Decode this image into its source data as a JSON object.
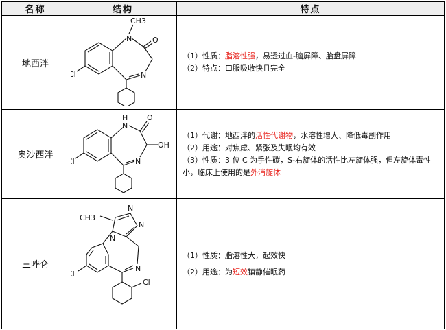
{
  "headers": {
    "name": "名称",
    "structure": "结构",
    "features": "特点"
  },
  "rows": [
    {
      "name": "地西泮",
      "structure_labels": {
        "n1": "N",
        "methyl": "CH3",
        "o": "O",
        "n4": "N",
        "cl": "Cl"
      },
      "features": [
        {
          "pre": "（1）性质：",
          "hl": "脂溶性强",
          "post": "，易透过血-脑屏障、胎盘屏障"
        },
        {
          "pre": "（2）特点：口服吸收快且完全",
          "hl": "",
          "post": ""
        }
      ]
    },
    {
      "name": "奥沙西泮",
      "structure_labels": {
        "nh": "H",
        "n1": "N",
        "o": "O",
        "oh": "OH",
        "n4": "N",
        "cl": "Cl"
      },
      "features": [
        {
          "pre": "（1）代谢：地西泮的",
          "hl": "活性代谢物",
          "post": "，水溶性增大、降低毒副作用"
        },
        {
          "pre": "（2）用途：对焦虑、紧张及失眠均有效",
          "hl": "",
          "post": ""
        },
        {
          "pre": "（3）性质：3 位 C 为手性碳，S-右旋体的活性比左旋体强，但左旋体毒性小，临床上使用的是",
          "hl": "外消旋体",
          "post": ""
        }
      ]
    },
    {
      "name": "三唑仑",
      "structure_labels": {
        "methyl": "CH3",
        "n_a": "N",
        "n_b": "N",
        "n_c": "N",
        "n_d": "N",
        "cl1": "Cl",
        "cl2": "Cl"
      },
      "features": [
        {
          "pre": "（1）性质：脂溶性大，起效快",
          "hl": "",
          "post": ""
        },
        {
          "pre": "（2）用途：为",
          "hl": "短效",
          "post": "镇静催眠药"
        }
      ]
    }
  ]
}
